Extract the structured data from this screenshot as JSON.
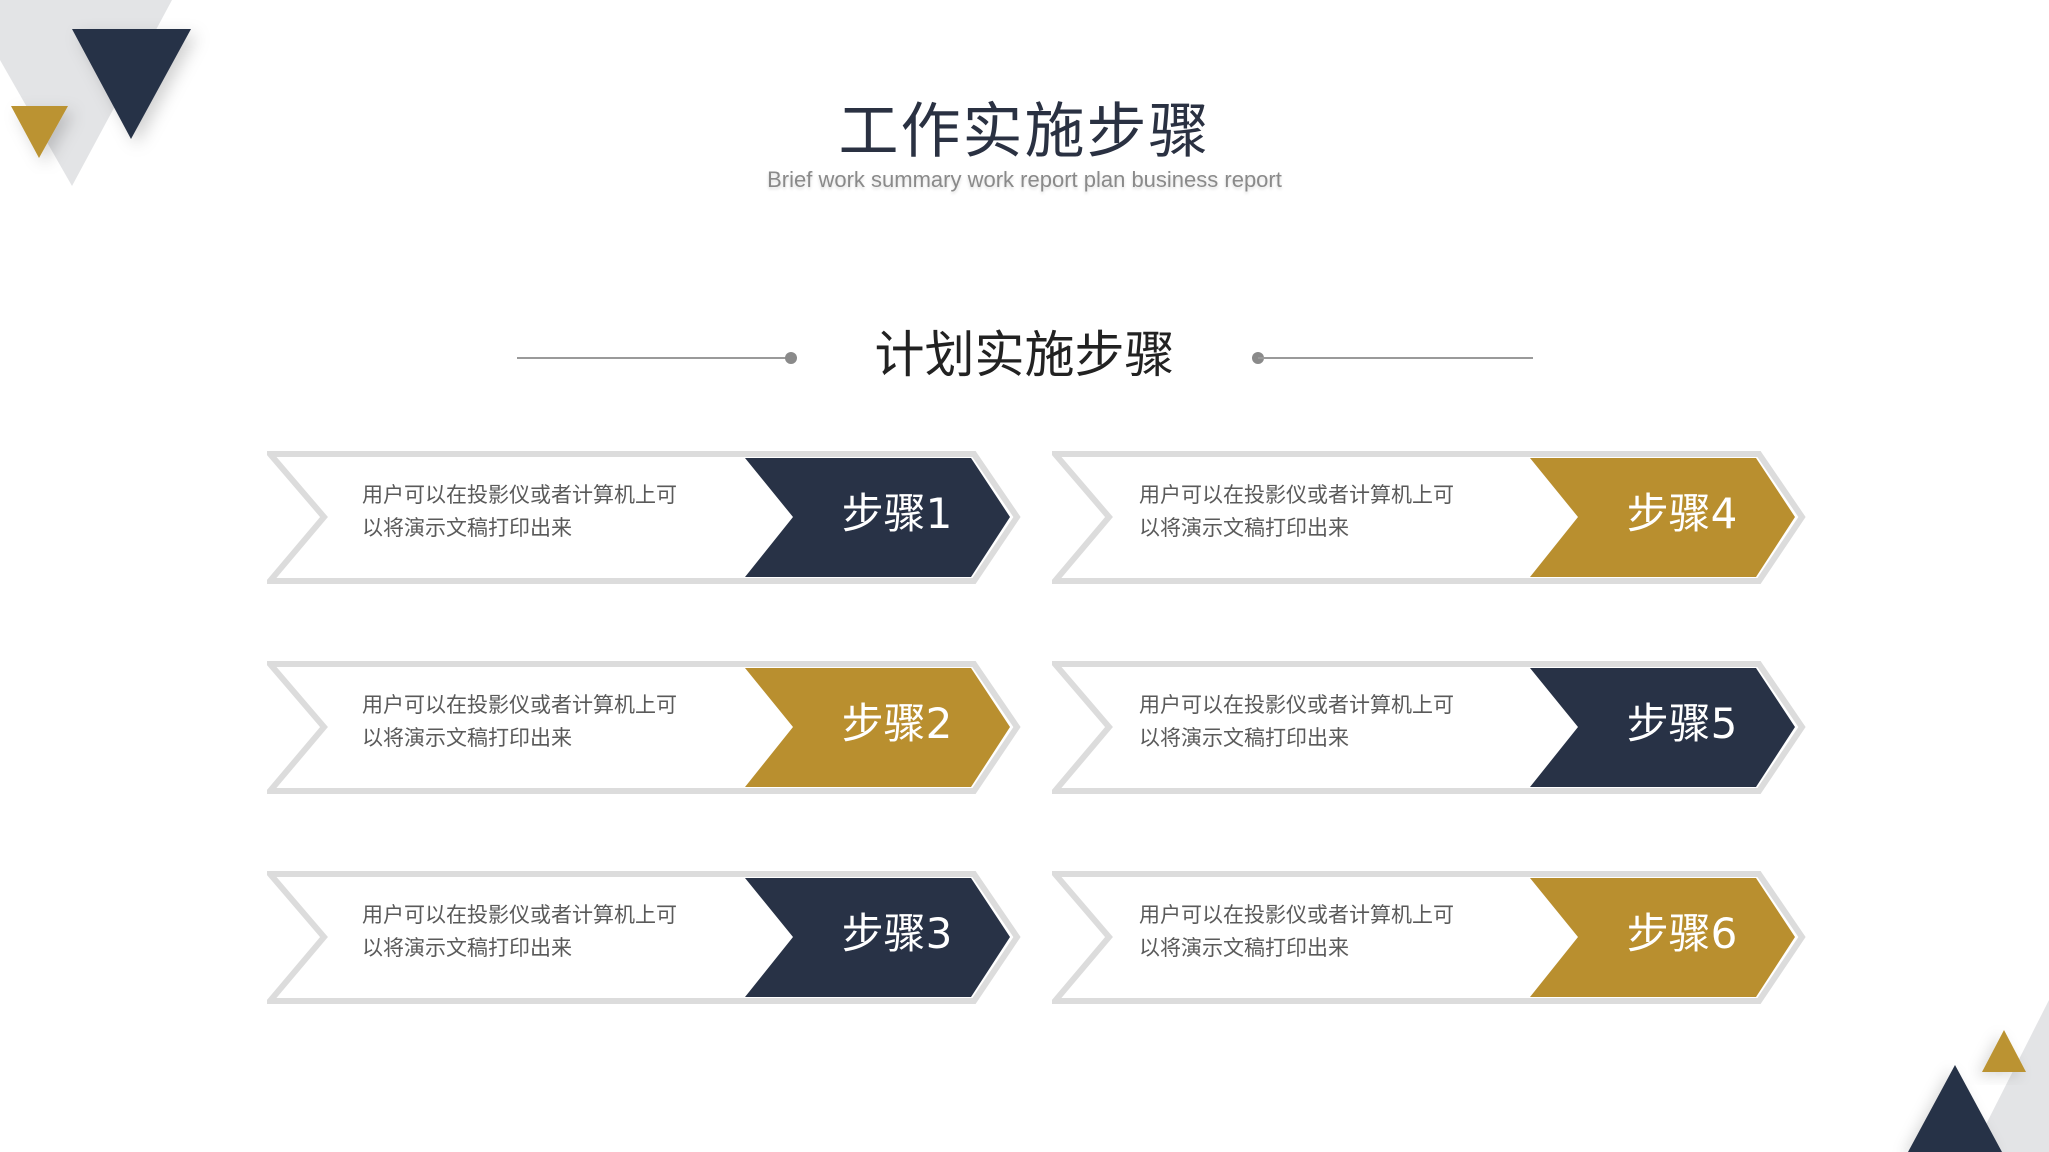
{
  "slide": {
    "title": "工作实施步骤",
    "subtitle": "Brief work summary work report plan business report",
    "section_title": "计划实施步骤"
  },
  "colors": {
    "navy": "#283246",
    "gold": "#b98f2f",
    "border_gray": "#dcdcdc",
    "deco_gray": "#e3e4e6"
  },
  "steps": [
    {
      "label": "步骤1",
      "color": "navy",
      "desc_line1": "用户可以在投影仪或者计算机上可",
      "desc_line2": "以将演示文稿打印出来"
    },
    {
      "label": "步骤2",
      "color": "gold",
      "desc_line1": "用户可以在投影仪或者计算机上可",
      "desc_line2": "以将演示文稿打印出来"
    },
    {
      "label": "步骤3",
      "color": "navy",
      "desc_line1": "用户可以在投影仪或者计算机上可",
      "desc_line2": "以将演示文稿打印出来"
    },
    {
      "label": "步骤4",
      "color": "gold",
      "desc_line1": "用户可以在投影仪或者计算机上可",
      "desc_line2": "以将演示文稿打印出来"
    },
    {
      "label": "步骤5",
      "color": "navy",
      "desc_line1": "用户可以在投影仪或者计算机上可",
      "desc_line2": "以将演示文稿打印出来"
    },
    {
      "label": "步骤6",
      "color": "gold",
      "desc_line1": "用户可以在投影仪或者计算机上可",
      "desc_line2": "以将演示文稿打印出来"
    }
  ]
}
